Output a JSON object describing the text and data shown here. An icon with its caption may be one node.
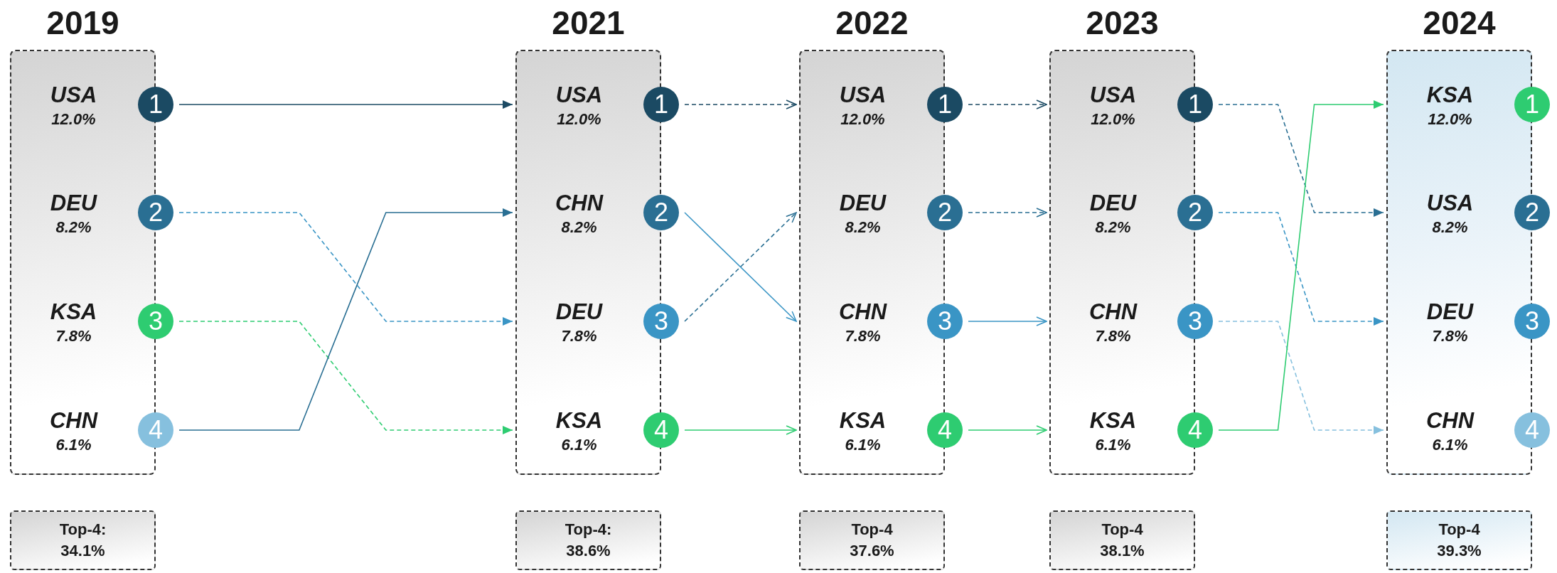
{
  "diagram": {
    "nodes": [
      {
        "text": [
          "2019"
        ]
      },
      {
        "text": [
          "USA",
          "12.0%"
        ],
        "in": 0
      },
      {
        "text": [
          "DEU",
          "8.2%"
        ],
        "in": 0
      },
      {
        "text": [
          "KSA",
          "7.8%"
        ],
        "in": 0
      },
      {
        "text": [
          "CHN",
          "6.1%"
        ],
        "in": 0
      },
      {
        "text": [
          "1"
        ]
      },
      {
        "text": [
          "2"
        ]
      },
      {
        "text": [
          "3"
        ]
      },
      {
        "text": [
          "4"
        ]
      },
      {
        "text": [
          "2021"
        ]
      },
      {
        "text": [
          "USA",
          "12.0%"
        ],
        "in": 9
      },
      {
        "text": [
          "CHN",
          "8.2%"
        ],
        "in": 9
      },
      {
        "text": [
          "DEU",
          "7.8%"
        ],
        "in": 9
      },
      {
        "text": [
          "KSA",
          "6.1%"
        ],
        "in": 9
      },
      {
        "text": [
          "1"
        ]
      },
      {
        "text": [
          "2"
        ]
      },
      {
        "text": [
          "3"
        ]
      },
      {
        "text": [
          "4"
        ]
      },
      {
        "text": [
          "2022"
        ]
      },
      {
        "text": [
          "USA",
          "12.0%"
        ],
        "in": 18
      },
      {
        "text": [
          "DEU",
          "8.2%"
        ],
        "in": 18
      },
      {
        "text": [
          "CHN",
          "7.8%"
        ],
        "in": 18
      },
      {
        "text": [
          "KSA",
          "6.1%"
        ],
        "in": 18
      },
      {
        "text": [
          "1"
        ]
      },
      {
        "text": [
          "2"
        ]
      },
      {
        "text": [
          "3"
        ]
      },
      {
        "text": [
          "4"
        ]
      },
      {
        "text": [
          "2023"
        ]
      },
      {
        "text": [
          "USA",
          "12.0%"
        ],
        "in": 27
      },
      {
        "text": [
          "DEU",
          "8.2%"
        ],
        "in": 27
      },
      {
        "text": [
          "CHN",
          "7.8%"
        ],
        "in": 27
      },
      {
        "text": [
          "KSA",
          "6.1%"
        ],
        "in": 27
      },
      {
        "text": [
          "1"
        ]
      },
      {
        "text": [
          "2"
        ]
      },
      {
        "text": [
          "3"
        ]
      },
      {
        "text": [
          "4"
        ]
      },
      {
        "text": [
          "2024"
        ]
      },
      {
        "text": [
          "KSA",
          "12.0%"
        ],
        "in": 36
      },
      {
        "text": [
          "USA",
          "8.2%"
        ],
        "in": 36
      },
      {
        "text": [
          "DEU",
          "7.8%"
        ],
        "in": 36
      },
      {
        "text": [
          "CHN",
          "6.1%"
        ],
        "in": 36
      },
      {
        "text": [
          "1"
        ]
      },
      {
        "text": [
          "2"
        ]
      },
      {
        "text": [
          "3"
        ]
      },
      {
        "text": [
          "4"
        ]
      },
      {
        "text": [
          "Top-4: 34.1%"
        ]
      },
      {
        "text": [
          "Top-4: 38.6%"
        ]
      },
      {
        "text": [
          "Top-4 37.6%"
        ]
      },
      {
        "text": [
          "Top-4 38.1%"
        ]
      },
      {
        "text": [
          "Top-4 39.3%"
        ]
      }
    ],
    "edges": [
      {
        "from": 5,
        "to": 10,
        "arrow": "to",
        "color": "#1b4a63"
      },
      {
        "from": 6,
        "to": 12,
        "arrow": "to",
        "style": "dashed",
        "color": "#3a95c5"
      },
      {
        "from": 7,
        "to": 13,
        "arrow": "to",
        "style": "dashed",
        "color": "#2ecc71"
      },
      {
        "from": 8,
        "to": 11,
        "arrow": "to",
        "color": "#2a6f93"
      },
      {
        "from": 14,
        "to": 19,
        "arrow": "to",
        "style": "dashed",
        "color": "#1b4a63"
      },
      {
        "from": 15,
        "to": 21,
        "arrow": "to",
        "color": "#3a95c5"
      },
      {
        "from": 16,
        "to": 20,
        "arrow": "to",
        "style": "dashed",
        "color": "#2a6f93"
      },
      {
        "from": 17,
        "to": 22,
        "arrow": "to",
        "color": "#2ecc71"
      },
      {
        "from": 23,
        "to": 28,
        "arrow": "to",
        "style": "dashed",
        "color": "#1b4a63"
      },
      {
        "from": 24,
        "to": 29,
        "arrow": "to",
        "style": "dashed",
        "color": "#2a6f93"
      },
      {
        "from": 25,
        "to": 30,
        "arrow": "to",
        "color": "#3a95c5"
      },
      {
        "from": 26,
        "to": 31,
        "arrow": "to",
        "color": "#2ecc71"
      },
      {
        "from": 32,
        "to": 38,
        "arrow": "to",
        "style": "dashed",
        "color": "#2a6f93"
      },
      {
        "from": 33,
        "to": 39,
        "arrow": "to",
        "style": "dashed",
        "color": "#3a95c5"
      },
      {
        "from": 34,
        "to": 40,
        "arrow": "to",
        "style": "dashed",
        "color": "#86c0de"
      },
      {
        "from": 35,
        "to": 37,
        "arrow": "to",
        "color": "#2ecc71"
      }
    ]
  }
}
